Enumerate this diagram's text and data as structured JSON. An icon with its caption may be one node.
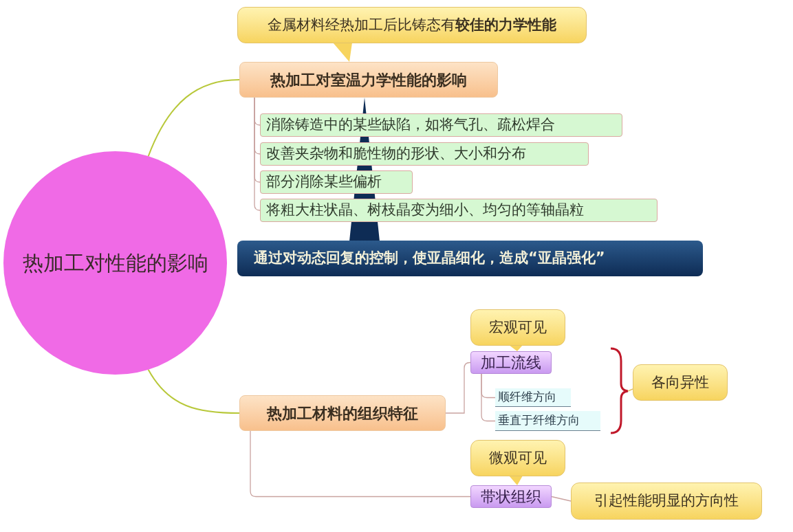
{
  "diagram": {
    "nodes": [
      {
        "text": [
          "热加工对性能的影响"
        ]
      },
      {
        "text": [
          "金属材料经热加工后比铸态有**较佳的力学性能**"
        ]
      },
      {
        "text": [
          "热加工对室温力学性能的影响"
        ]
      },
      {
        "text": [
          "消除铸造中的某些缺陷，如将气孔、疏松焊合"
        ]
      },
      {
        "text": [
          "改善夹杂物和脆性物的形状、大小和分布"
        ]
      },
      {
        "text": [
          "部分消除某些偏析"
        ]
      },
      {
        "text": [
          "将粗大柱状晶、树枝晶变为细小、均匀的等轴晶粒"
        ]
      },
      {
        "text": [
          "通过对动态回复的控制，使亚晶细化，造成“亚晶强化”"
        ]
      },
      {
        "text": [
          "热加工材料的组织特征"
        ]
      },
      {
        "text": [
          "宏观可见"
        ]
      },
      {
        "text": [
          "加工流线"
        ]
      },
      {
        "text": [
          "顺纤维方向"
        ]
      },
      {
        "text": [
          "垂直于纤维方向"
        ]
      },
      {
        "text": [
          "各向异性"
        ]
      },
      {
        "text": [
          "微观可见"
        ]
      },
      {
        "text": [
          "带状组织"
        ]
      },
      {
        "text": [
          "引起性能明显的方向性"
        ]
      }
    ],
    "edges": [
      {
        "from": 0,
        "to": 2,
        "arrow": "none",
        "color": "#b8c83a"
      },
      {
        "from": 0,
        "to": 8,
        "arrow": "none",
        "color": "#b8c83a"
      },
      {
        "from": 2,
        "to": 3,
        "arrow": "none"
      },
      {
        "from": 2,
        "to": 4,
        "arrow": "none"
      },
      {
        "from": 2,
        "to": 5,
        "arrow": "none"
      },
      {
        "from": 2,
        "to": 6,
        "arrow": "none"
      },
      {
        "from": 8,
        "to": 10,
        "arrow": "none"
      },
      {
        "from": 8,
        "to": 15,
        "arrow": "none"
      },
      {
        "from": 10,
        "to": 11,
        "arrow": "none"
      },
      {
        "from": 10,
        "to": 12,
        "arrow": "none"
      },
      {
        "from": 15,
        "to": 16,
        "arrow": "none"
      },
      {
        "from": 1,
        "to": 2,
        "arrow": "to",
        "color": "#f7d45e"
      },
      {
        "from": 7,
        "to": 2,
        "arrow": "to",
        "color": "#0e2c55"
      },
      {
        "from": 9,
        "to": 10,
        "arrow": "to",
        "color": "#f7d45e"
      },
      {
        "from": 14,
        "to": 15,
        "arrow": "to",
        "color": "#f7d45e"
      }
    ]
  }
}
